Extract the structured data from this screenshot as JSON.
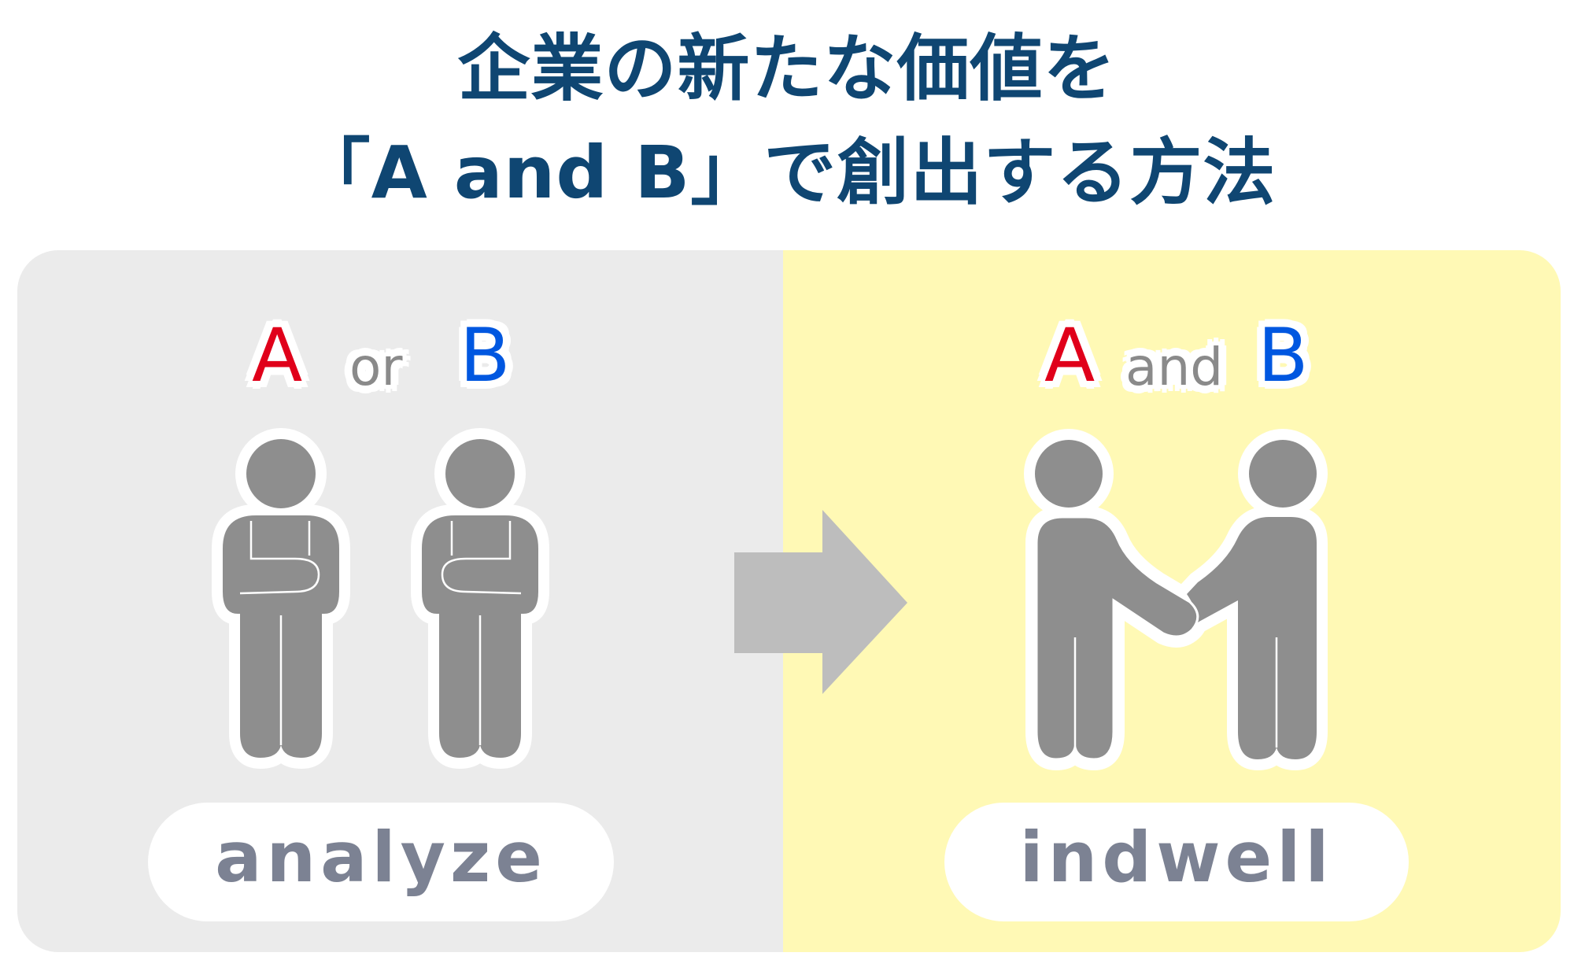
{
  "title": {
    "line1": "企業の新たな価値を",
    "line2": "「A and B」で創出する方法",
    "color": "#0f4672"
  },
  "left_panel": {
    "background": "#ebebeb",
    "label": {
      "a": "A",
      "conjunction": "or",
      "b": "B"
    },
    "figures": [
      "person-a-arms-crossed",
      "person-b-arms-crossed"
    ],
    "caption": "analyze"
  },
  "arrow": {
    "direction": "right",
    "color": "#bdbdbd"
  },
  "right_panel": {
    "background": "#fff9b5",
    "label": {
      "a": "A",
      "conjunction": "and",
      "b": "B"
    },
    "figures": [
      "person-a-handshake",
      "person-b-handshake"
    ],
    "caption": "indwell"
  },
  "colors": {
    "a": "#e0001a",
    "b": "#0057e0",
    "conjunction": "#8a8a8a",
    "figure": "#8e8e8e",
    "caption_text": "#7c8293"
  }
}
